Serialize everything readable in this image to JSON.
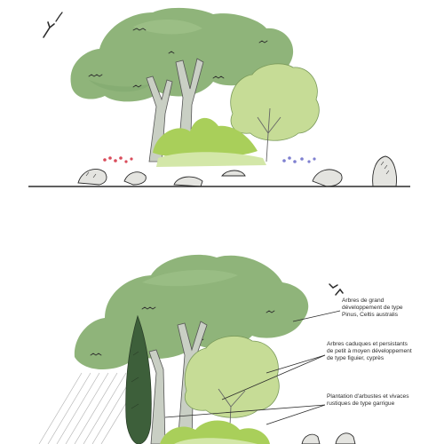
{
  "annotations": [
    {
      "text": "Arbres de grand\ndéveloppement de type\nPinus, Celtis australis"
    },
    {
      "text": "Arbres caduques et persistants\nde petit à moyen développement\nde type figuier, cyprès"
    },
    {
      "text": "Plantation d'arbustes et vivaces\nrustiques de type garrigue"
    }
  ],
  "colors": {
    "canopy_dark": "#8fb47a",
    "canopy_mid": "#a3c48c",
    "canopy_light": "#c6dc96",
    "shrub_bright": "#a9cf5a",
    "cypress": "#3d5f3a",
    "trunk": "#c9cfc4",
    "stone": "#e4e4e0",
    "flower_red": "#d94b5a",
    "flower_blue": "#7e7fd0",
    "ink": "#2b2b2b",
    "hatch": "#b7b7b7"
  }
}
